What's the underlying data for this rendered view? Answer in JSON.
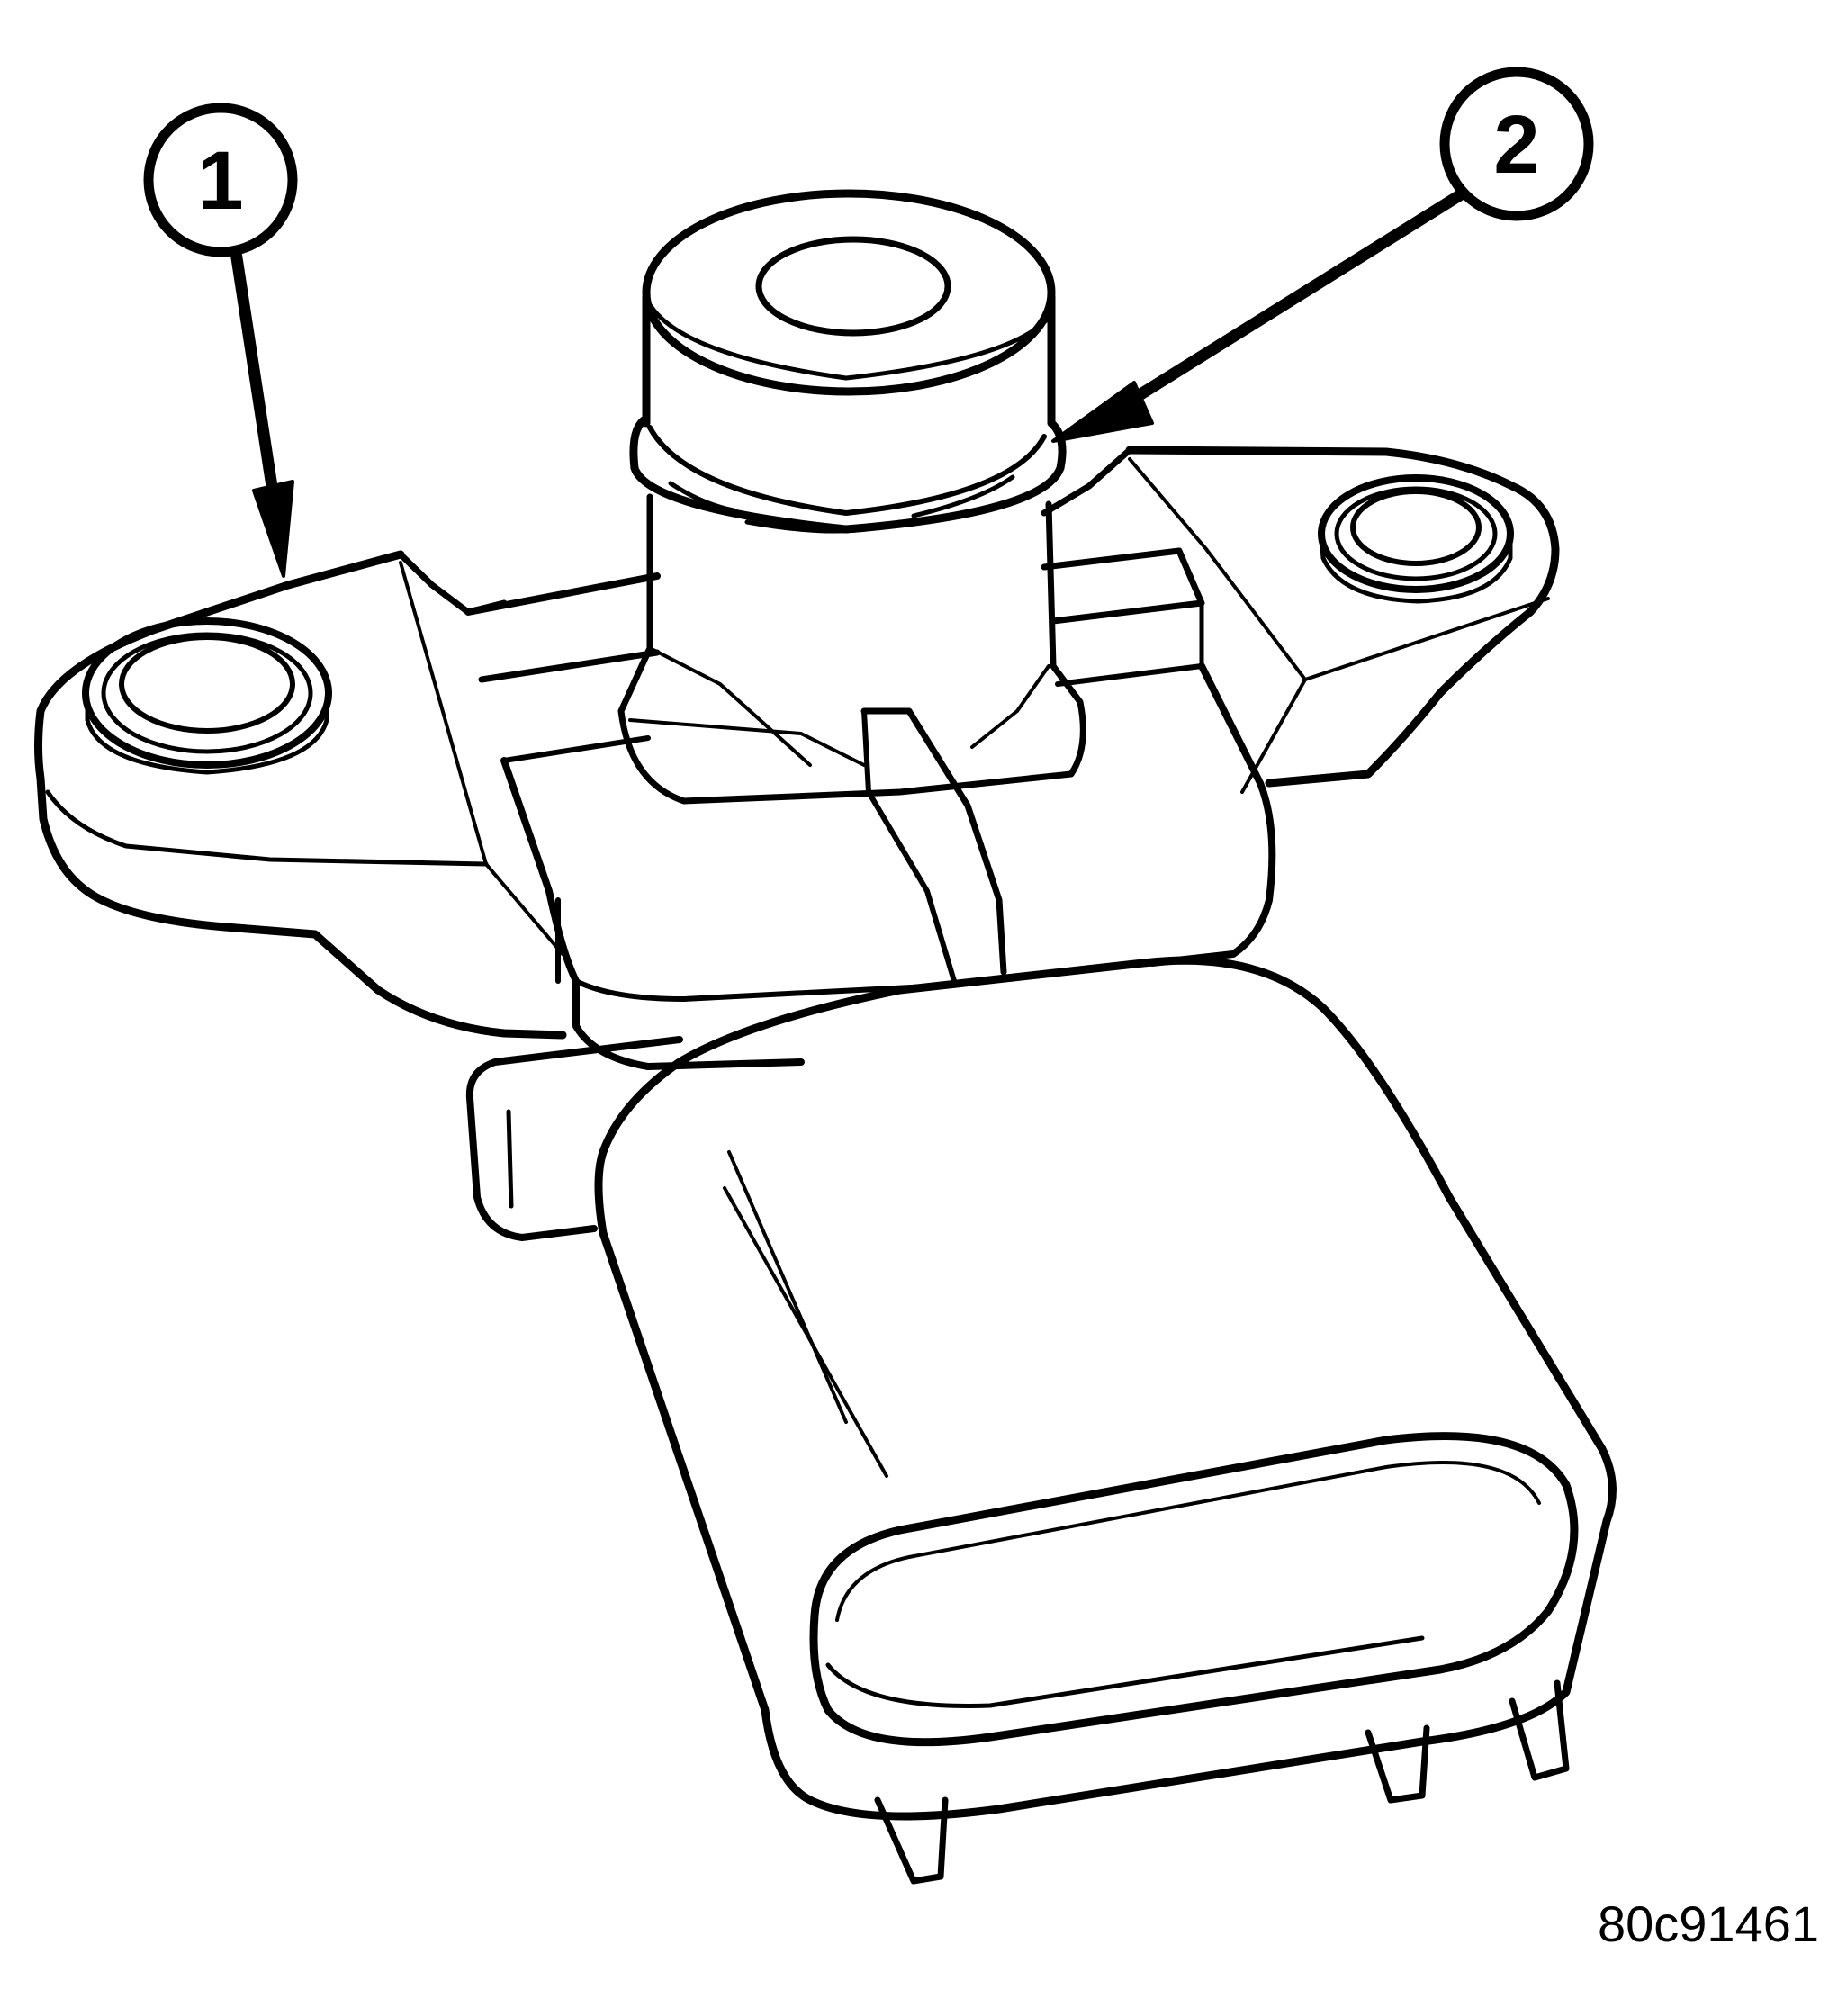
{
  "diagram": {
    "subject": "sensor with mounting flange and electrical connector",
    "line_color": "#000000",
    "background": "#ffffff",
    "callouts": [
      {
        "label": "1",
        "target": "mounting flange"
      },
      {
        "label": "2",
        "target": "O-ring seal"
      }
    ],
    "figure_id": "80c91461"
  }
}
